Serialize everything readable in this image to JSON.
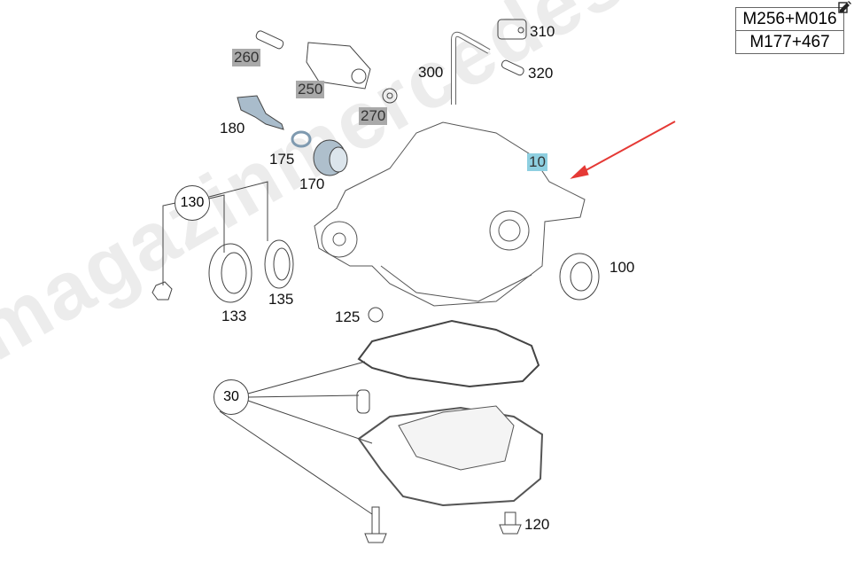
{
  "watermark": "magazinmercedes.ru",
  "model_codes": [
    "M256+M016",
    "M177+467"
  ],
  "icons": {
    "edit": "edit-icon"
  },
  "colors": {
    "highlight_gray": "#a9a9a9",
    "highlight_blue": "#8ecfe0",
    "arrow": "#e53935",
    "part_blue": "#9fb7c9"
  },
  "callouts": {
    "p260": "260",
    "p250": "250",
    "p270": "270",
    "p180": "180",
    "p175": "175",
    "p170": "170",
    "p300": "300",
    "p310": "310",
    "p320": "320",
    "p10": "10",
    "p130": "130",
    "p133": "133",
    "p135": "135",
    "p125": "125",
    "p100": "100",
    "p30": "30",
    "p120": "120"
  }
}
